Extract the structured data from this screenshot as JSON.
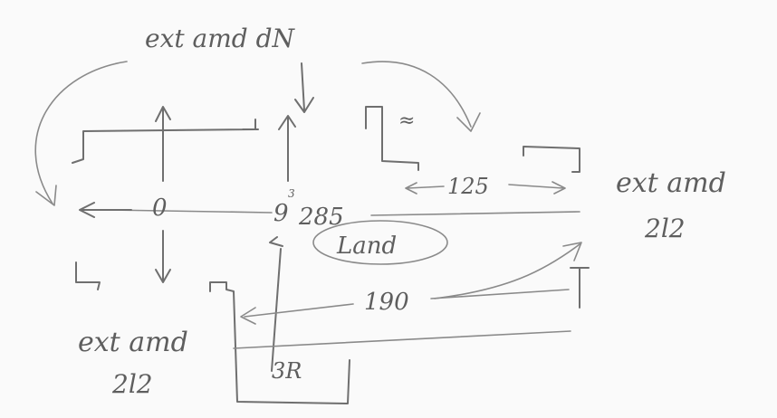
{
  "labels": {
    "top_label": "ext amd dN",
    "right_label_line1": "ext amd",
    "right_label_line2": "2l2",
    "bottom_left_line1": "ext amd",
    "bottom_left_line2": "2l2",
    "dist_125": "125",
    "dist_285": "285",
    "dist_190": "190",
    "land": "Land",
    "sub_3": "3",
    "mark_R": "3R",
    "node_left": "0",
    "node_center": "9"
  },
  "colors": {
    "ink": "#6f6f6f",
    "paper": "#fafafa"
  }
}
